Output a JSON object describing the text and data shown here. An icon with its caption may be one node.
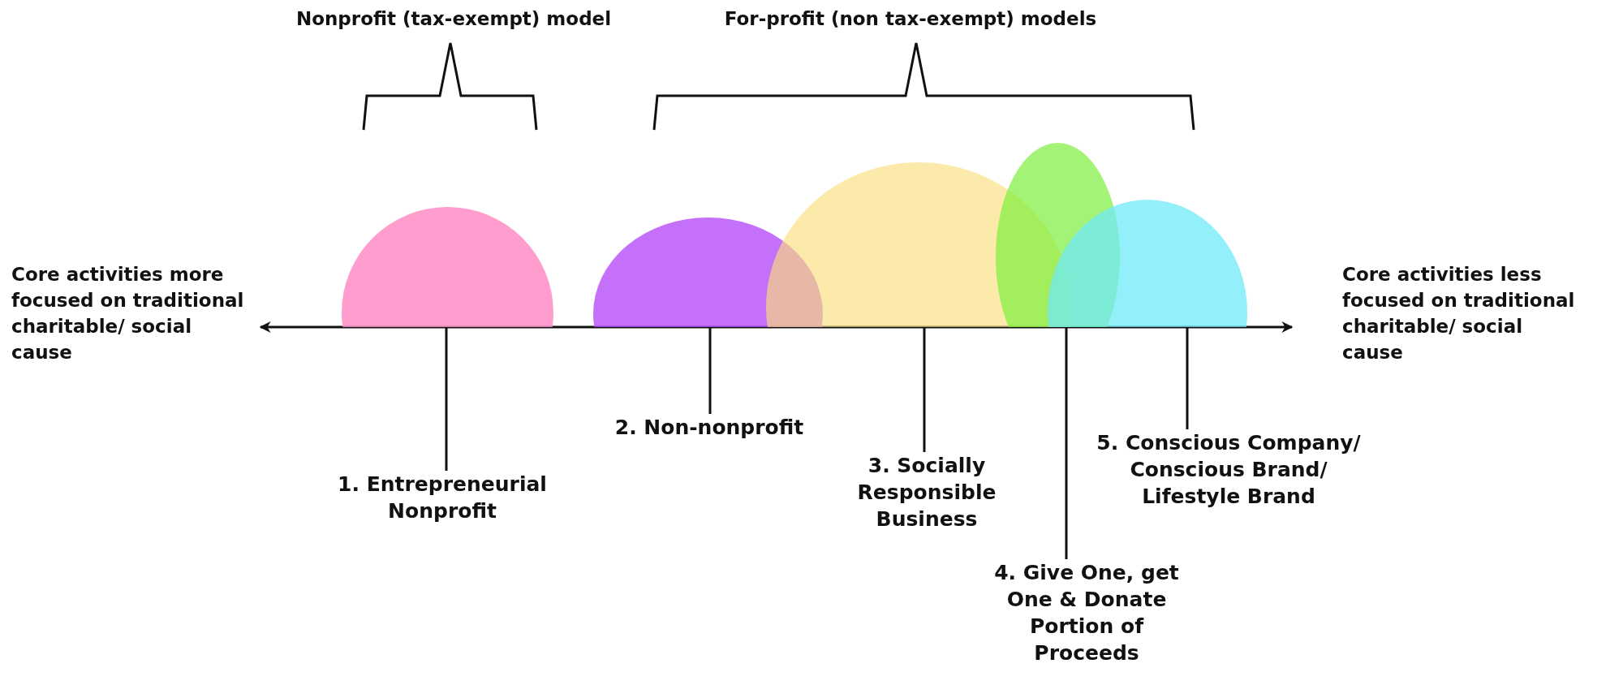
{
  "diagram": {
    "nodes": [
      {
        "text": [],
        "shape": "circle"
      },
      {
        "text": [],
        "shape": "circle"
      },
      {
        "text": [],
        "shape": "circle"
      },
      {
        "text": [],
        "shape": "ellipse"
      },
      {
        "text": [],
        "shape": "circle"
      },
      {
        "text": [
          "1. Entrepreneurial Nonprofit"
        ]
      },
      {
        "text": [
          "2. Non-nonprofit"
        ]
      },
      {
        "text": [
          "3. Socially Responsible Business"
        ]
      },
      {
        "text": [
          "4. Give One, get One & Donate Portion of Proceeds"
        ]
      },
      {
        "text": [
          "5. Conscious Company/ Conscious Brand/ Lifestyle Brand"
        ]
      }
    ],
    "edges": [
      {
        "from": 5,
        "to": 0,
        "arrow": "none"
      },
      {
        "from": 6,
        "to": 1,
        "arrow": "none"
      },
      {
        "from": 7,
        "to": 2,
        "arrow": "none"
      },
      {
        "from": 8,
        "to": 3,
        "arrow": "none"
      },
      {
        "from": 9,
        "to": 4,
        "arrow": "none"
      }
    ],
    "labels": [
      "Nonprofit (tax-exempt) model",
      "For-profit (non tax-exempt) models",
      "Core activities more focused on traditional charitable/ social cause",
      "Core activities less focused on traditional charitable/ social cause"
    ]
  }
}
